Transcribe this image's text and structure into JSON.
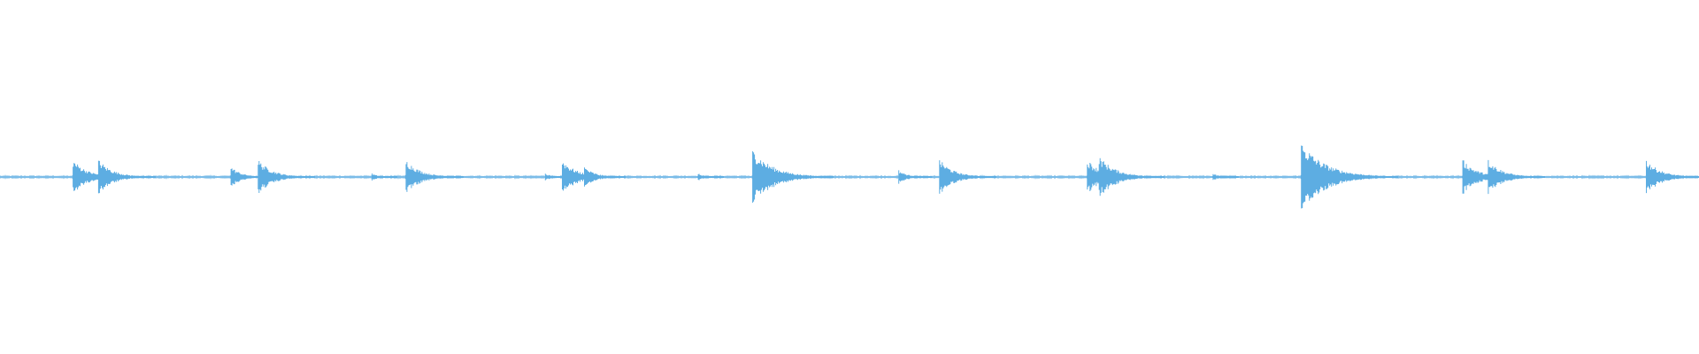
{
  "waveform": {
    "color": "#5dade2",
    "background": "#ffffff",
    "onsets": [
      {
        "t": 0.043,
        "amp": 0.05
      },
      {
        "t": 0.058,
        "amp": 0.05
      },
      {
        "t": 0.136,
        "amp": 0.03
      },
      {
        "t": 0.152,
        "amp": 0.05
      },
      {
        "t": 0.219,
        "amp": 0.01
      },
      {
        "t": 0.239,
        "amp": 0.05
      },
      {
        "t": 0.321,
        "amp": 0.01
      },
      {
        "t": 0.331,
        "amp": 0.05
      },
      {
        "t": 0.344,
        "amp": 0.03
      },
      {
        "t": 0.411,
        "amp": 0.01
      },
      {
        "t": 0.443,
        "amp": 0.08
      },
      {
        "t": 0.529,
        "amp": 0.02
      },
      {
        "t": 0.553,
        "amp": 0.05
      },
      {
        "t": 0.64,
        "amp": 0.05
      },
      {
        "t": 0.647,
        "amp": 0.06
      },
      {
        "t": 0.714,
        "amp": 0.01
      },
      {
        "t": 0.766,
        "amp": 0.1
      },
      {
        "t": 0.861,
        "amp": 0.05
      },
      {
        "t": 0.876,
        "amp": 0.05
      },
      {
        "t": 0.969,
        "amp": 0.05
      }
    ]
  }
}
